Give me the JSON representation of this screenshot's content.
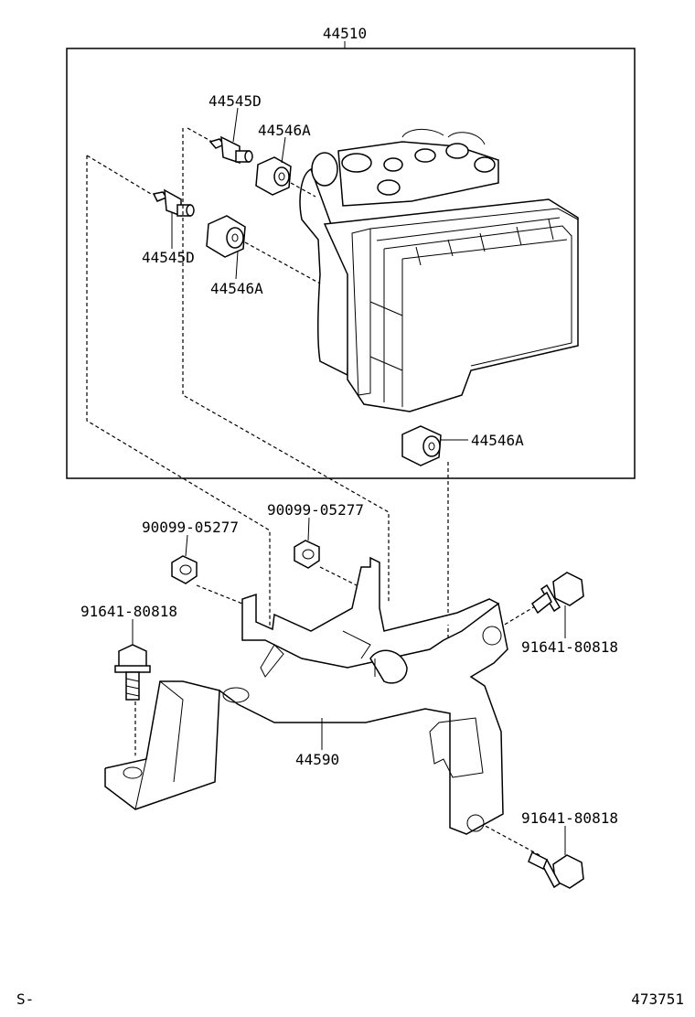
{
  "labels": {
    "assembly": "44510",
    "bolt_upper": "44545D",
    "bolt_lower": "44545D",
    "grommet_upper": "44546A",
    "grommet_lower": "44546A",
    "grommet_right": "44546A",
    "nut_left": "90099-05277",
    "nut_center": "90099-05277",
    "bolt_left": "91641-80818",
    "bolt_right_upper": "91641-80818",
    "bolt_right_lower": "91641-80818",
    "bracket": "44590"
  },
  "footer": {
    "left_code": "S-",
    "right_code": "473751"
  }
}
